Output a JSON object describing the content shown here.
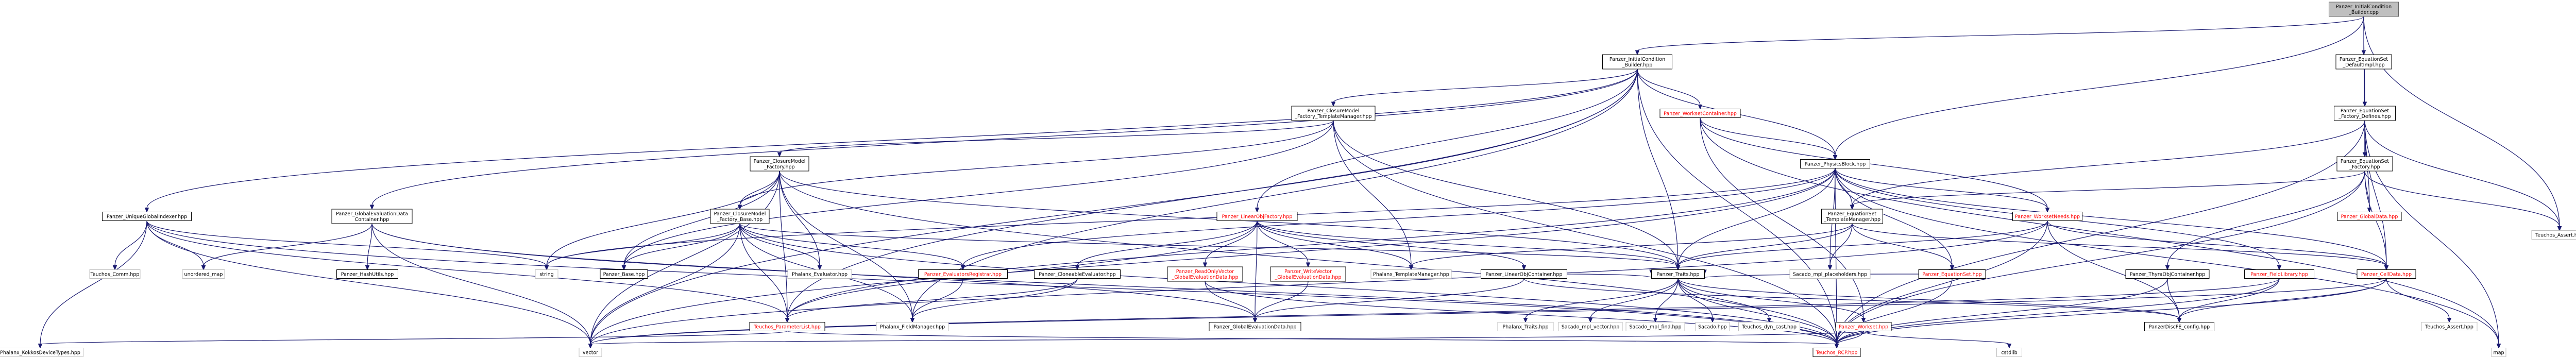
{
  "graph": {
    "root": "PI",
    "nodes": [
      {
        "id": "PI",
        "lines": [
          "Panzer_InitialCondition",
          "_Builder.cpp"
        ],
        "style": "root"
      },
      {
        "id": "ICB",
        "lines": [
          "Panzer_InitialCondition",
          "_Builder.hpp"
        ],
        "style": "normal"
      },
      {
        "id": "ESD",
        "lines": [
          "Panzer_EquationSet",
          "_DefaultImpl.hpp"
        ],
        "style": "normal"
      },
      {
        "id": "ESFD",
        "lines": [
          "Panzer_EquationSet",
          "_Factory_Defines.hpp"
        ],
        "style": "normal"
      },
      {
        "id": "TA",
        "lines": [
          "Teuchos_Assert.hpp"
        ],
        "style": "ext"
      },
      {
        "id": "CMFTM",
        "lines": [
          "Panzer_ClosureModel",
          "_Factory_TemplateManager.hpp"
        ],
        "style": "normal"
      },
      {
        "id": "WC",
        "lines": [
          "Panzer_WorksetContainer.hpp"
        ],
        "style": "red"
      },
      {
        "id": "UGI",
        "lines": [
          "Panzer_UniqueGlobalIndexer.hpp"
        ],
        "style": "normal"
      },
      {
        "id": "GEDC",
        "lines": [
          "Panzer_GlobalEvaluationData",
          "Container.hpp"
        ],
        "style": "normal"
      },
      {
        "id": "CMF",
        "lines": [
          "Panzer_ClosureModel",
          "_Factory.hpp"
        ],
        "style": "normal"
      },
      {
        "id": "PB",
        "lines": [
          "Panzer_PhysicsBlock.hpp"
        ],
        "style": "normal"
      },
      {
        "id": "ESF",
        "lines": [
          "Panzer_EquationSet",
          "_Factory.hpp"
        ],
        "style": "normal"
      },
      {
        "id": "CMFB",
        "lines": [
          "Panzer_ClosureModel",
          "_Factory_Base.hpp"
        ],
        "style": "normal"
      },
      {
        "id": "LOF",
        "lines": [
          "Panzer_LinearObjFactory.hpp"
        ],
        "style": "red"
      },
      {
        "id": "ESTM",
        "lines": [
          "Panzer_EquationSet",
          "_TemplateManager.hpp"
        ],
        "style": "normal"
      },
      {
        "id": "WN",
        "lines": [
          "Panzer_WorksetNeeds.hpp"
        ],
        "style": "red"
      },
      {
        "id": "GD",
        "lines": [
          "Panzer_GlobalData.hpp"
        ],
        "style": "red"
      },
      {
        "id": "TC",
        "lines": [
          "Teuchos_Comm.hpp"
        ],
        "style": "ext"
      },
      {
        "id": "UM",
        "lines": [
          "unordered_map"
        ],
        "style": "ext"
      },
      {
        "id": "HU",
        "lines": [
          "Panzer_HashUtils.hpp"
        ],
        "style": "normal"
      },
      {
        "id": "STR",
        "lines": [
          "string"
        ],
        "style": "ext"
      },
      {
        "id": "BASE",
        "lines": [
          "Panzer_Base.hpp"
        ],
        "style": "normal"
      },
      {
        "id": "PHXE",
        "lines": [
          "Phalanx_Evaluator.hpp"
        ],
        "style": "ext"
      },
      {
        "id": "ER",
        "lines": [
          "Panzer_EvaluatorsRegistrar.hpp"
        ],
        "style": "red"
      },
      {
        "id": "CE",
        "lines": [
          "Panzer_CloneableEvaluator.hpp"
        ],
        "style": "normal"
      },
      {
        "id": "RO",
        "lines": [
          "Panzer_ReadOnlyVector",
          "_GlobalEvaluationData.hpp"
        ],
        "style": "red"
      },
      {
        "id": "WO",
        "lines": [
          "Panzer_WriteVector",
          "_GlobalEvaluationData.hpp"
        ],
        "style": "red"
      },
      {
        "id": "PTM",
        "lines": [
          "Phalanx_TemplateManager.hpp"
        ],
        "style": "ext"
      },
      {
        "id": "LOC",
        "lines": [
          "Panzer_LinearObjContainer.hpp"
        ],
        "style": "normal"
      },
      {
        "id": "TRAITS",
        "lines": [
          "Panzer_Traits.hpp"
        ],
        "style": "normal"
      },
      {
        "id": "SMPP",
        "lines": [
          "Sacado_mpl_placeholders.hpp"
        ],
        "style": "ext"
      },
      {
        "id": "ES",
        "lines": [
          "Panzer_EquationSet.hpp"
        ],
        "style": "red"
      },
      {
        "id": "TOC",
        "lines": [
          "Panzer_ThyraObjContainer.hpp"
        ],
        "style": "normal"
      },
      {
        "id": "FL",
        "lines": [
          "Panzer_FieldLibrary.hpp"
        ],
        "style": "red"
      },
      {
        "id": "CD",
        "lines": [
          "Panzer_CellData.hpp"
        ],
        "style": "red"
      },
      {
        "id": "TPL",
        "lines": [
          "Teuchos_ParameterList.hpp"
        ],
        "style": "red"
      },
      {
        "id": "PFM",
        "lines": [
          "Phalanx_FieldManager.hpp"
        ],
        "style": "ext"
      },
      {
        "id": "GED",
        "lines": [
          "Panzer_GlobalEvaluationData.hpp"
        ],
        "style": "normal"
      },
      {
        "id": "PKT",
        "lines": [
          "Phalanx_KokkosDeviceTypes.hpp"
        ],
        "style": "ext"
      },
      {
        "id": "VEC",
        "lines": [
          "vector"
        ],
        "style": "ext"
      },
      {
        "id": "PHXT",
        "lines": [
          "Phalanx_Traits.hpp"
        ],
        "style": "ext"
      },
      {
        "id": "SMV",
        "lines": [
          "Sacado_mpl_vector.hpp"
        ],
        "style": "ext"
      },
      {
        "id": "SMF",
        "lines": [
          "Sacado_mpl_find.hpp"
        ],
        "style": "ext"
      },
      {
        "id": "SAC",
        "lines": [
          "Sacado.hpp"
        ],
        "style": "ext"
      },
      {
        "id": "TDC",
        "lines": [
          "Teuchos_dyn_cast.hpp"
        ],
        "style": "ext"
      },
      {
        "id": "PW",
        "lines": [
          "Panzer_Workset.hpp"
        ],
        "style": "red"
      },
      {
        "id": "PDC",
        "lines": [
          "PanzerDiscFE_config.hpp"
        ],
        "style": "normal"
      },
      {
        "id": "RCP",
        "lines": [
          "Teuchos_RCP.hpp"
        ],
        "style": "red"
      },
      {
        "id": "TAH",
        "lines": [
          "Teuchos_Assert.hpp"
        ],
        "style": "ext"
      },
      {
        "id": "CST",
        "lines": [
          "cstdlib"
        ],
        "style": "ext"
      },
      {
        "id": "MAP",
        "lines": [
          "map"
        ],
        "style": "ext"
      }
    ],
    "edges": [
      [
        "PI",
        "ICB"
      ],
      [
        "PI",
        "ESD"
      ],
      [
        "PI",
        "ESFD"
      ],
      [
        "PI",
        "TA"
      ],
      [
        "PI",
        "PB"
      ],
      [
        "PI",
        "ESF"
      ],
      [
        "ICB",
        "CMFTM"
      ],
      [
        "ICB",
        "WC"
      ],
      [
        "ICB",
        "UGI"
      ],
      [
        "ICB",
        "GEDC"
      ],
      [
        "ICB",
        "PB"
      ],
      [
        "ICB",
        "LOF"
      ],
      [
        "ICB",
        "TRAITS"
      ],
      [
        "ICB",
        "RCP"
      ],
      [
        "ICB",
        "TPL"
      ],
      [
        "ICB",
        "VEC"
      ],
      [
        "ICB",
        "PFM"
      ],
      [
        "ESFD",
        "ESF"
      ],
      [
        "ESFD",
        "ESTM"
      ],
      [
        "ESFD",
        "TA"
      ],
      [
        "ESFD",
        "RCP"
      ],
      [
        "ESFD",
        "MAP"
      ],
      [
        "ESFD",
        "CD"
      ],
      [
        "ESFD",
        "GD"
      ],
      [
        "CMFTM",
        "CMF"
      ],
      [
        "CMFTM",
        "CMFB"
      ],
      [
        "CMFTM",
        "PTM"
      ],
      [
        "CMFTM",
        "TRAITS"
      ],
      [
        "CMFTM",
        "BASE"
      ],
      [
        "CMFTM",
        "RCP"
      ],
      [
        "WC",
        "WN"
      ],
      [
        "WC",
        "PB"
      ],
      [
        "WC",
        "PW"
      ],
      [
        "WC",
        "MAP"
      ],
      [
        "UGI",
        "TC"
      ],
      [
        "UGI",
        "UM"
      ],
      [
        "UGI",
        "STR"
      ],
      [
        "UGI",
        "VEC"
      ],
      [
        "UGI",
        "RCP"
      ],
      [
        "UGI",
        "PKT"
      ],
      [
        "UGI",
        "TPL"
      ],
      [
        "GEDC",
        "HU"
      ],
      [
        "GEDC",
        "UM"
      ],
      [
        "GEDC",
        "GED"
      ],
      [
        "GEDC",
        "RCP"
      ],
      [
        "GEDC",
        "VEC"
      ],
      [
        "CMF",
        "CMFB"
      ],
      [
        "CMF",
        "STR"
      ],
      [
        "CMF",
        "PHXE"
      ],
      [
        "CMF",
        "PFM"
      ],
      [
        "CMF",
        "TPL"
      ],
      [
        "CMF",
        "VEC"
      ],
      [
        "CMF",
        "TRAITS"
      ],
      [
        "CMF",
        "RCP"
      ],
      [
        "CMF",
        "BASE"
      ],
      [
        "PB",
        "ESTM"
      ],
      [
        "PB",
        "WN"
      ],
      [
        "PB",
        "FL"
      ],
      [
        "PB",
        "CD"
      ],
      [
        "PB",
        "ES"
      ],
      [
        "PB",
        "TRAITS"
      ],
      [
        "PB",
        "STR"
      ],
      [
        "PB",
        "VEC"
      ],
      [
        "PB",
        "MAP"
      ],
      [
        "PB",
        "ER"
      ],
      [
        "PB",
        "SMPP"
      ],
      [
        "PB",
        "TPL"
      ],
      [
        "PB",
        "RCP"
      ],
      [
        "ESF",
        "ESTM"
      ],
      [
        "ESF",
        "GD"
      ],
      [
        "ESF",
        "CD"
      ],
      [
        "ESF",
        "RCP"
      ],
      [
        "ESF",
        "TOC"
      ],
      [
        "ESF",
        "TA"
      ],
      [
        "CMFB",
        "STR"
      ],
      [
        "CMFB",
        "BASE"
      ],
      [
        "CMFB",
        "PHXE"
      ],
      [
        "CMFB",
        "ER"
      ],
      [
        "CMFB",
        "PFM"
      ],
      [
        "CMFB",
        "TPL"
      ],
      [
        "CMFB",
        "VEC"
      ],
      [
        "CMFB",
        "TRAITS"
      ],
      [
        "CMFB",
        "RCP"
      ],
      [
        "LOF",
        "CE"
      ],
      [
        "LOF",
        "RO"
      ],
      [
        "LOF",
        "WO"
      ],
      [
        "LOF",
        "PTM"
      ],
      [
        "LOF",
        "LOC"
      ],
      [
        "LOF",
        "TRAITS"
      ],
      [
        "LOF",
        "TPL"
      ],
      [
        "LOF",
        "GED"
      ],
      [
        "ESTM",
        "PTM"
      ],
      [
        "ESTM",
        "ES"
      ],
      [
        "ESTM",
        "TRAITS"
      ],
      [
        "ESTM",
        "SMPP"
      ],
      [
        "ESTM",
        "CD"
      ],
      [
        "WN",
        "CD"
      ],
      [
        "WN",
        "PDC"
      ],
      [
        "WN",
        "TRAITS"
      ],
      [
        "WN",
        "RCP"
      ],
      [
        "WN",
        "VEC"
      ],
      [
        "ER",
        "PFM"
      ],
      [
        "CE",
        "PFM"
      ],
      [
        "CE",
        "TPL"
      ],
      [
        "RO",
        "GED"
      ],
      [
        "WO",
        "GED"
      ],
      [
        "RO",
        "RCP"
      ],
      [
        "LOC",
        "GED"
      ],
      [
        "LOC",
        "PDC"
      ],
      [
        "LOC",
        "TRAITS"
      ],
      [
        "TRAITS",
        "PHXT"
      ],
      [
        "TRAITS",
        "SMV"
      ],
      [
        "TRAITS",
        "SMF"
      ],
      [
        "TRAITS",
        "SAC"
      ],
      [
        "TRAITS",
        "TDC"
      ],
      [
        "TRAITS",
        "PW"
      ],
      [
        "TRAITS",
        "PDC"
      ],
      [
        "TRAITS",
        "RCP"
      ],
      [
        "TOC",
        "PDC"
      ],
      [
        "TOC",
        "RCP"
      ],
      [
        "FL",
        "PDC"
      ],
      [
        "FL",
        "RCP"
      ],
      [
        "FL",
        "VEC"
      ],
      [
        "CD",
        "PDC"
      ],
      [
        "CD",
        "RCP"
      ],
      [
        "CD",
        "TAH"
      ],
      [
        "CD",
        "VEC"
      ],
      [
        "PW",
        "RCP"
      ],
      [
        "PW",
        "VEC"
      ],
      [
        "PW",
        "CST"
      ],
      [
        "TPL",
        "PKT"
      ],
      [
        "TPL",
        "RCP"
      ],
      [
        "ES",
        "RCP"
      ],
      [
        "ES",
        "TRAITS"
      ]
    ]
  }
}
